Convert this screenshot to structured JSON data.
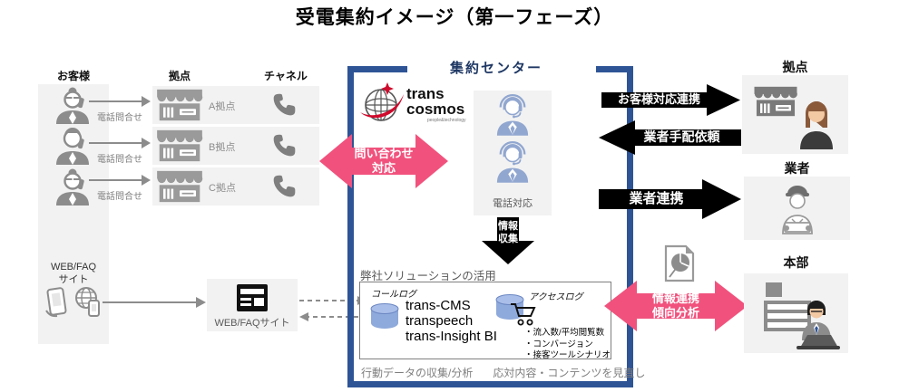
{
  "title": "受電集約イメージ（第一フェーズ）",
  "colors": {
    "accent_pink": "#F1527D",
    "accent_navy": "#2E5496",
    "panel_gray": "#F2F2F2",
    "icon_gray": "#8C8C8C",
    "cylinder_blue": "#8EA9DB",
    "logo_red": "#CF0A2C"
  },
  "left": {
    "headers": {
      "customer": "お客様",
      "base": "拠点",
      "channel": "チャネル"
    },
    "phone_inquiry": "電話問合せ",
    "bases": [
      "A拠点",
      "B拠点",
      "C拠点"
    ],
    "webfaq": {
      "line1": "WEB/FAQ",
      "line2": "サイト"
    },
    "webfaq_box": "WEB/FAQサイト"
  },
  "center": {
    "header": "集約センター",
    "logo": {
      "top": "trans",
      "bottom": "cosmos",
      "tagline": "people&technology"
    },
    "phone_support": "電話対応",
    "inquiry_arrow": {
      "line1": "問い合わせ",
      "line2": "対応"
    },
    "collect_arrow": {
      "line1": "情報",
      "line2": "収集"
    },
    "solution_header": "弊社ソリューションの活用",
    "call_log_label": "コールログ",
    "products": {
      "p1": "trans-CMS",
      "p2": "transpeech",
      "p3": "trans-Insight BI"
    },
    "access_log_label": "アクセスログ",
    "metrics": {
      "m1": "・流入数/平均閲覧数",
      "m2": "・コンバージョン",
      "m3": "・接客ツールシナリオ"
    },
    "caption_left": "行動データの収集/分析",
    "caption_right": "応対内容・コンテンツを見直し"
  },
  "right": {
    "arrows": {
      "customer_link": "お客様対応連携",
      "vendor_request": "業者手配依頼",
      "vendor_link": "業者連携"
    },
    "info_arrow": {
      "line1": "情報連携",
      "line2": "傾向分析"
    },
    "base_header": "拠点",
    "vendor_header": "業者",
    "hq_header": "本部"
  }
}
